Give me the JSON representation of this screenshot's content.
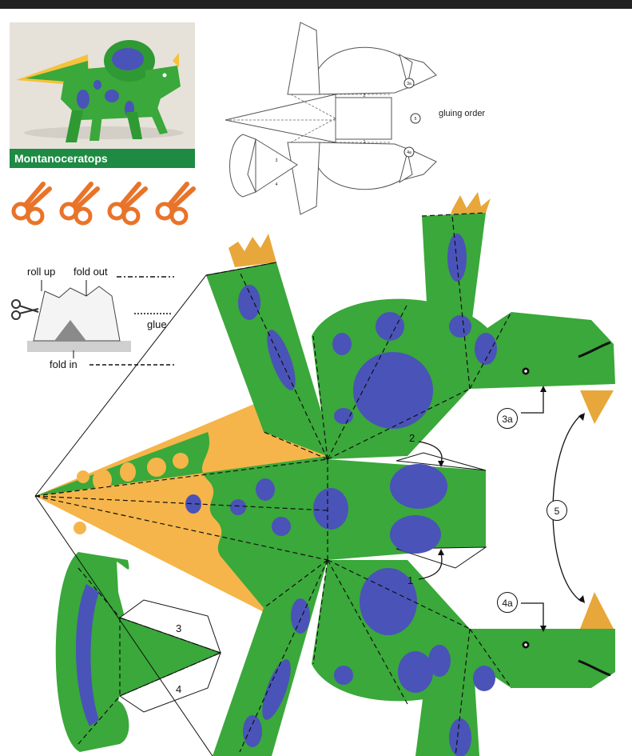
{
  "photo": {
    "caption": "Montanoceratops"
  },
  "legend": {
    "roll_up": "roll up",
    "fold_out": "fold out",
    "glue": "glue",
    "fold_in": "fold in"
  },
  "diagram": {
    "gluing_order": "gluing order",
    "mini_labels": [
      "3a",
      "2",
      "5",
      "1",
      "4a",
      "3",
      "4"
    ]
  },
  "pattern": {
    "labels": {
      "l1": "1",
      "l2": "2",
      "l3": "3",
      "l4": "4",
      "l5": "5",
      "l3a": "3a",
      "l4a": "4a"
    }
  },
  "colors": {
    "body_green": "#3aa83a",
    "spot_blue": "#4a53b8",
    "frill_yellow": "#f5b54a",
    "horn_yellow": "#e8a73a",
    "caption_green": "#1e8a44",
    "scissors_orange": "#e8742a"
  }
}
